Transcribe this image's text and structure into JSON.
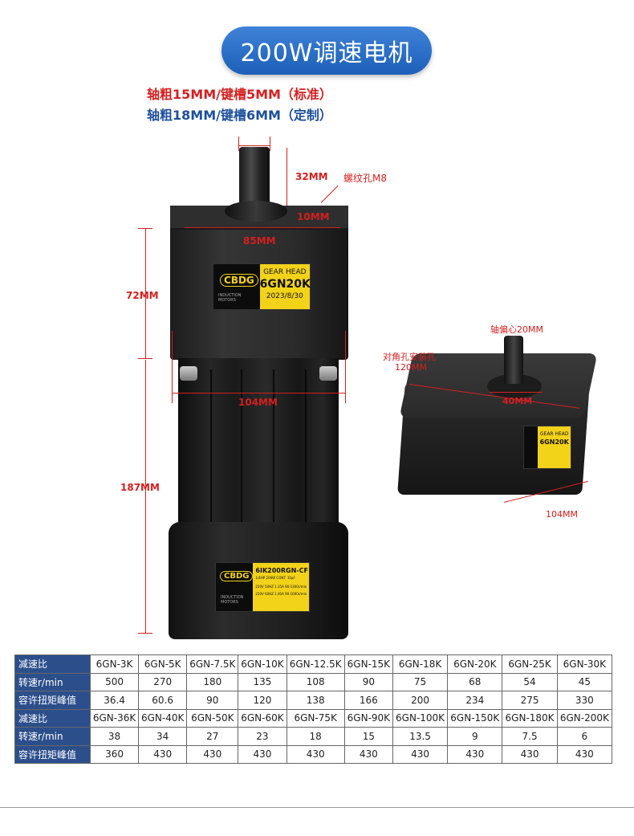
{
  "title": "200W调速电机",
  "specs": {
    "line1": "轴粗15MM/键槽5MM（标准）",
    "line2": "轴粗18MM/键槽6MM（定制）"
  },
  "dimensions": {
    "shaft_len": "32MM",
    "thread": "螺纹孔M8",
    "key_len": "10MM",
    "gear_width": "85MM",
    "gear_height": "72MM",
    "body_width": "104MM",
    "body_height": "187MM",
    "eccentric": "轴偏心20MM",
    "diag_label": "对角孔安装孔",
    "diag_value": "120MM",
    "pitch": "40MM",
    "g2_width": "104MM"
  },
  "gear_label": {
    "brand": "CBDG",
    "line1": "GEAR HEAD",
    "model": "6GN20K",
    "date": "2023/8/30",
    "maker": "INDUCTION MOTORS"
  },
  "motor_label": {
    "brand": "CBDG",
    "model": "6IK200RGN-CF",
    "line1": "1/4HP 200W CONT. 10μF",
    "line2": "220V 50HZ 1.35A 90-1300r/min",
    "line3": "220V 60HZ 1.40A 90-1600r/min",
    "maker": "INDUCTION MOTORS"
  },
  "table": {
    "rows": [
      {
        "label": "减速比",
        "type": "ratio",
        "cells": [
          "6GN-3K",
          "6GN-5K",
          "6GN-7.5K",
          "6GN-10K",
          "6GN-12.5K",
          "6GN-15K",
          "6GN-18K",
          "6GN-20K",
          "6GN-25K",
          "6GN-30K"
        ]
      },
      {
        "label": "转速r/min",
        "type": "num",
        "cells": [
          "500",
          "270",
          "180",
          "135",
          "108",
          "90",
          "75",
          "68",
          "54",
          "45"
        ]
      },
      {
        "label": "容许扭矩峰值",
        "type": "num",
        "cells": [
          "36.4",
          "60.6",
          "90",
          "120",
          "138",
          "166",
          "200",
          "234",
          "275",
          "330"
        ]
      },
      {
        "label": "减速比",
        "type": "ratio",
        "cells": [
          "6GN-36K",
          "6GN-40K",
          "6GN-50K",
          "6GN-60K",
          "6GN-75K",
          "6GN-90K",
          "6GN-100K",
          "6GN-150K",
          "6GN-180K",
          "6GN-200K"
        ]
      },
      {
        "label": "转速r/min",
        "type": "num",
        "cells": [
          "38",
          "34",
          "27",
          "23",
          "18",
          "15",
          "13.5",
          "9",
          "7.5",
          "6"
        ]
      },
      {
        "label": "容许扭矩峰值",
        "type": "num",
        "cells": [
          "360",
          "430",
          "430",
          "430",
          "430",
          "430",
          "430",
          "430",
          "430",
          "430"
        ]
      }
    ]
  },
  "colors": {
    "accent_red": "#d41f1f",
    "accent_blue": "#1d4f9c",
    "header_bg": "#2c4f8c",
    "label_yellow": "#f3d21a"
  }
}
